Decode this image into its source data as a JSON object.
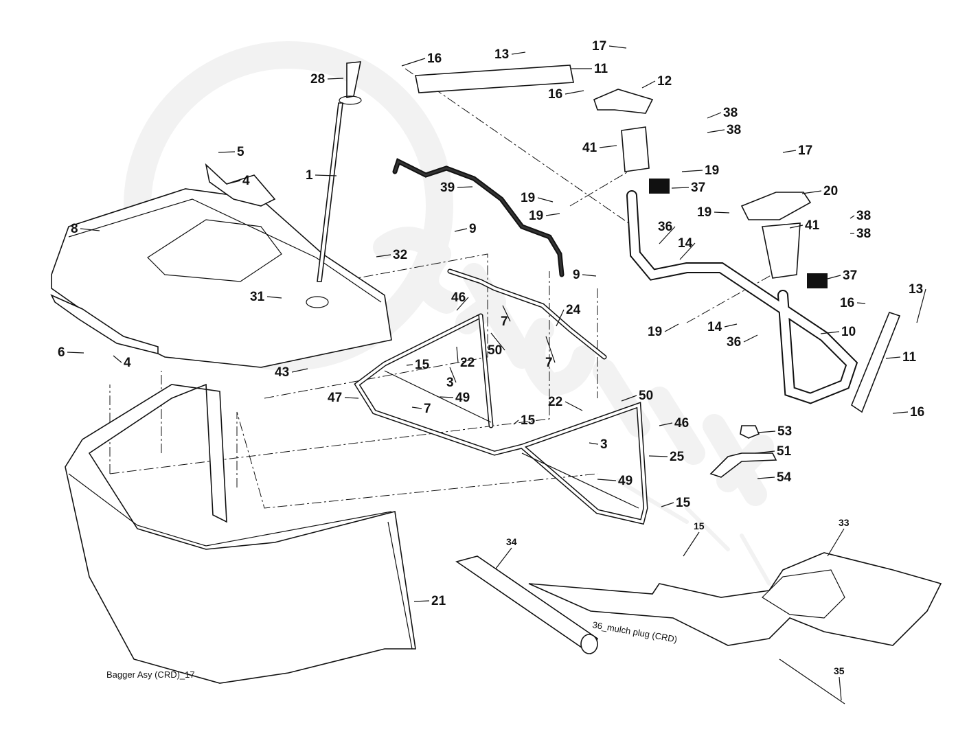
{
  "diagram": {
    "caption": "Bagger Asy (CRD)_17",
    "note": "36_mulch plug (CRD)",
    "watermark": "Sterisk GARDEN",
    "callouts": [
      "16",
      "13",
      "17",
      "11",
      "16",
      "12",
      "28",
      "38",
      "38",
      "41",
      "17",
      "19",
      "5",
      "4",
      "1",
      "37",
      "20",
      "39",
      "19",
      "19",
      "19",
      "38",
      "8",
      "9",
      "41",
      "38",
      "36",
      "14",
      "32",
      "9",
      "37",
      "31",
      "46",
      "7",
      "24",
      "13",
      "16",
      "19",
      "14",
      "36",
      "10",
      "6",
      "4",
      "50",
      "7",
      "15",
      "22",
      "11",
      "43",
      "3",
      "22",
      "50",
      "47",
      "49",
      "7",
      "15",
      "46",
      "16",
      "53",
      "51",
      "3",
      "25",
      "54",
      "49",
      "15",
      "21"
    ],
    "small_callouts": [
      "15",
      "34",
      "33",
      "35"
    ]
  }
}
